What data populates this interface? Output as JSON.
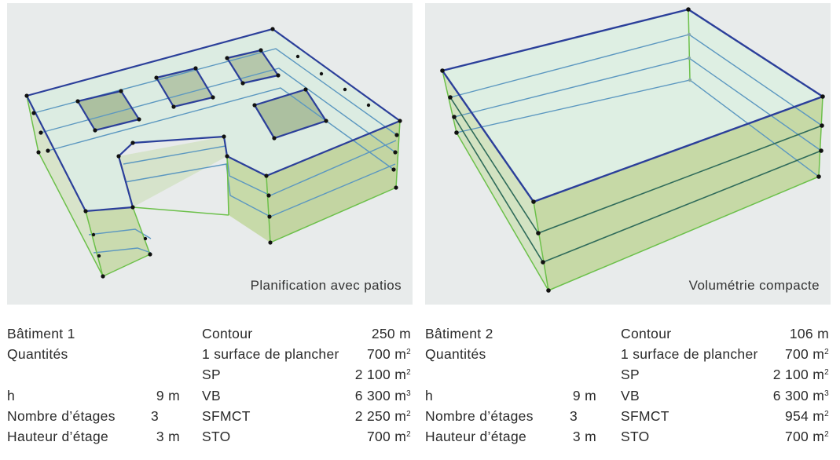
{
  "panel1": {
    "caption": "Planification avec patios"
  },
  "panel2": {
    "caption": "Volumétrie compacte"
  },
  "building1": {
    "name": "Bâtiment 1",
    "subtitle": "Quantités",
    "h_label": "h",
    "h_value": "9 m",
    "floors_label": "Nombre d’étages",
    "floors_value": "3",
    "floor_height_label": "Hauteur d’étage",
    "floor_height_value": "3 m",
    "contour_label": "Contour",
    "contour_value": "250 m",
    "surface_label": "1 surface de plancher",
    "surface_value": "700 m",
    "surface_unit": "2",
    "sp_label": "SP",
    "sp_value": "2 100 m",
    "sp_unit": "2",
    "vb_label": "VB",
    "vb_value": "6 300 m",
    "vb_unit": "3",
    "sfmct_label": "SFMCT",
    "sfmct_value": "2 250 m",
    "sfmct_unit": "2",
    "sto_label": "STO",
    "sto_value": "700 m",
    "sto_unit": "2"
  },
  "building2": {
    "name": "Bâtiment 2",
    "subtitle": "Quantités",
    "h_label": "h",
    "h_value": "9 m",
    "floors_label": "Nombre d’étages",
    "floors_value": "3",
    "floor_height_label": "Hauteur d’étage",
    "floor_height_value": "3 m",
    "contour_label": "Contour",
    "contour_value": "106 m",
    "surface_label": "1 surface de plancher",
    "surface_value": "700 m",
    "surface_unit": "2",
    "sp_label": "SP",
    "sp_value": "2 100 m",
    "sp_unit": "2",
    "vb_label": "VB",
    "vb_value": "6 300 m",
    "vb_unit": "3",
    "sfmct_label": "SFMCT",
    "sfmct_value": "954 m",
    "sfmct_unit": "2",
    "sto_label": "STO",
    "sto_value": "700 m",
    "sto_unit": "2"
  }
}
